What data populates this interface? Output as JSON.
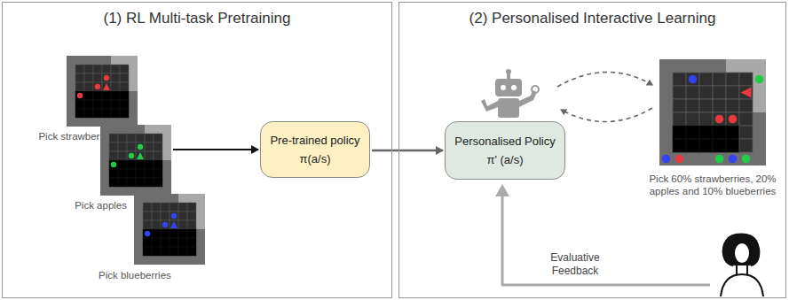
{
  "diagram": {
    "nodes": [
      {
        "text": [
          "(1) RL Multi-task Pretraining"
        ]
      },
      {
        "text": [
          "Pick strawberries"
        ],
        "in": 0
      },
      {
        "text": [
          "Pick apples"
        ],
        "in": 0
      },
      {
        "text": [
          "Pick blueberries"
        ],
        "in": 0
      },
      {
        "text": [
          "Pre-trained policy",
          "π(a/s)"
        ],
        "in": 0
      },
      {
        "text": [
          "(2) Personalised Interactive Learning"
        ]
      },
      {
        "text": [
          "Personalised Policy",
          "π' (a/s)"
        ],
        "in": 5
      },
      {
        "text": [
          "Pick 60% strawberries, 20% apples and 10% blueberries"
        ],
        "in": 5
      }
    ],
    "edges": [
      {
        "from": 2,
        "to": 4,
        "arrow": "to"
      },
      {
        "from": 4,
        "to": 6,
        "arrow": "to"
      }
    ],
    "labels": [
      "Evaluative Feedback"
    ]
  }
}
